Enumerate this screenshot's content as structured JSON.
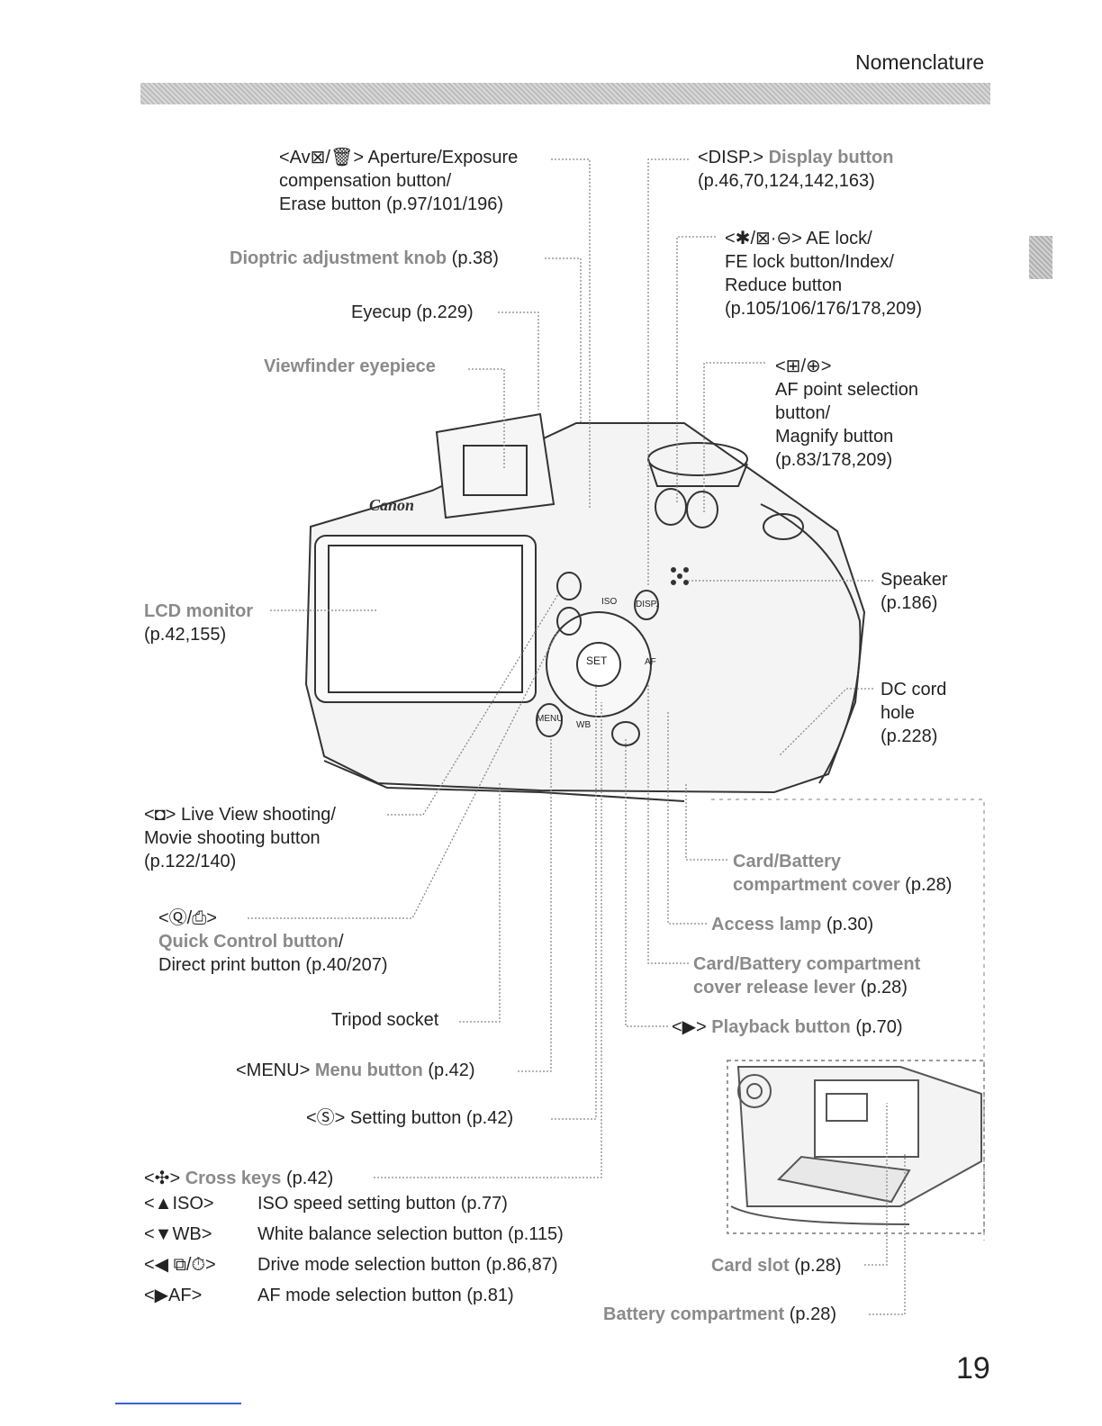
{
  "header": {
    "section_title": "Nomenclature",
    "page_number": "19"
  },
  "labels": {
    "aperture": [
      "<Av⊠/🗑> Aperture/Exposure",
      "compensation button/",
      "Erase button (p.97/101/196)"
    ],
    "dioptric": {
      "bold": "Dioptric adjustment knob",
      "ref": " (p.38)"
    },
    "eyecup": "Eyecup (p.229)",
    "viewfinder": {
      "bold": "Viewfinder eyepiece",
      "ref": ""
    },
    "lcd": {
      "bold": "LCD monitor",
      "ref": "(p.42,155)"
    },
    "liveview": [
      "<◘> Live View shooting/",
      "Movie shooting button",
      "(p.122/140)"
    ],
    "quick": {
      "line1": "<Ⓠ/⎙>",
      "bold": "Quick Control button",
      "bold_suffix": "/",
      "line3": "Direct print button (p.40/207)"
    },
    "tripod": "Tripod socket",
    "menu": {
      "pre": "<MENU> ",
      "bold": "Menu button",
      "ref": " (p.42)"
    },
    "setting": "<Ⓢ> Setting button (p.42)",
    "cross": {
      "pre": "<✣> ",
      "bold": "Cross keys",
      "ref": " (p.42)"
    },
    "cross_items": [
      {
        "key": "<▲ISO>",
        "desc": "ISO speed setting button (p.77)"
      },
      {
        "key": "<▼WB>",
        "desc": "White balance selection button (p.115)"
      },
      {
        "key": "<◀ ⧉/⏱>",
        "desc": "Drive mode selection button (p.86,87)"
      },
      {
        "key": "<▶AF>",
        "desc": "AF mode selection button (p.81)"
      }
    ],
    "disp": {
      "pre": "<DISP.> ",
      "bold": "Display button",
      "ref": "(p.46,70,124,142,163)"
    },
    "aelock": [
      "<✱/⊠·⊖> AE lock/",
      "FE lock button/Index/",
      "Reduce button",
      "(p.105/106/176/178,209)"
    ],
    "afpoint": [
      "<⊞/⊕>",
      "AF point selection",
      "button/",
      "Magnify button",
      "(p.83/178,209)"
    ],
    "speaker": [
      "Speaker",
      "(p.186)"
    ],
    "dccord": [
      "DC cord",
      "hole",
      "(p.228)"
    ],
    "cardcover": {
      "bold1": "Card/Battery",
      "bold2": "compartment cover",
      "ref": " (p.28)"
    },
    "access": {
      "bold": "Access lamp",
      "ref": " (p.30)"
    },
    "release": {
      "bold1": "Card/Battery compartment",
      "bold2": "cover release lever",
      "ref": " (p.28)"
    },
    "playback": {
      "pre": "<▶> ",
      "bold": "Playback button",
      "ref": " (p.70)"
    },
    "cardslot": {
      "bold": "Card slot",
      "ref": " (p.28)"
    },
    "battery": {
      "bold": "Battery compartment",
      "ref": " (p.28)"
    }
  },
  "camera": {
    "brand": "Canon",
    "button_set": "SET",
    "button_menu": "MENU",
    "button_disp": "DISP.",
    "button_iso": "ISO",
    "button_af": "AF",
    "button_wb": "WB"
  }
}
